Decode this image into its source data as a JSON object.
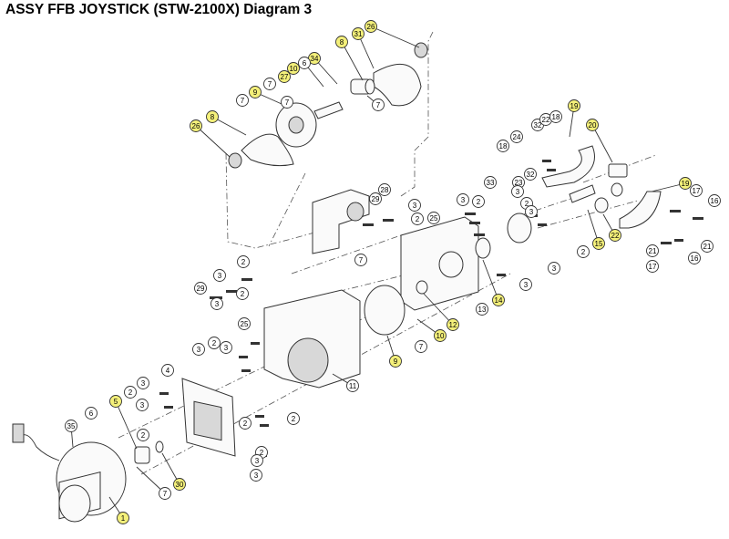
{
  "title": "ASSY FFB JOYSTICK (STW-2100X) Diagram 3",
  "colors": {
    "callout_fill": "#ffffff",
    "highlight_fill": "#f4f07a",
    "line": "#333333"
  },
  "callouts": [
    {
      "label": "26",
      "hl": true
    },
    {
      "label": "31",
      "hl": true
    },
    {
      "label": "8",
      "hl": true
    },
    {
      "label": "34",
      "hl": true
    },
    {
      "label": "6",
      "hl": false
    },
    {
      "label": "10",
      "hl": true
    },
    {
      "label": "27",
      "hl": true
    },
    {
      "label": "7",
      "hl": false
    },
    {
      "label": "9",
      "hl": true
    },
    {
      "label": "7",
      "hl": false
    },
    {
      "label": "7",
      "hl": false
    },
    {
      "label": "8",
      "hl": true
    },
    {
      "label": "26",
      "hl": true
    },
    {
      "label": "7",
      "hl": false
    },
    {
      "label": "19",
      "hl": true
    },
    {
      "label": "32",
      "hl": false
    },
    {
      "label": "22",
      "hl": false
    },
    {
      "label": "18",
      "hl": false
    },
    {
      "label": "20",
      "hl": true
    },
    {
      "label": "24",
      "hl": false
    },
    {
      "label": "18",
      "hl": false
    },
    {
      "label": "32",
      "hl": false
    },
    {
      "label": "23",
      "hl": false
    },
    {
      "label": "19",
      "hl": true
    },
    {
      "label": "17",
      "hl": false
    },
    {
      "label": "16",
      "hl": false
    },
    {
      "label": "21",
      "hl": false
    },
    {
      "label": "22",
      "hl": true
    },
    {
      "label": "21",
      "hl": false
    },
    {
      "label": "17",
      "hl": false
    },
    {
      "label": "16",
      "hl": false
    },
    {
      "label": "15",
      "hl": true
    },
    {
      "label": "28",
      "hl": false
    },
    {
      "label": "29",
      "hl": false
    },
    {
      "label": "3",
      "hl": false
    },
    {
      "label": "3",
      "hl": false
    },
    {
      "label": "2",
      "hl": false
    },
    {
      "label": "33",
      "hl": false
    },
    {
      "label": "25",
      "hl": false
    },
    {
      "label": "2",
      "hl": false
    },
    {
      "label": "3",
      "hl": false
    },
    {
      "label": "2",
      "hl": false
    },
    {
      "label": "3",
      "hl": false
    },
    {
      "label": "3",
      "hl": false
    },
    {
      "label": "2",
      "hl": false
    },
    {
      "label": "14",
      "hl": true
    },
    {
      "label": "13",
      "hl": false
    },
    {
      "label": "3",
      "hl": false
    },
    {
      "label": "12",
      "hl": true
    },
    {
      "label": "10",
      "hl": true
    },
    {
      "label": "7",
      "hl": false
    },
    {
      "label": "9",
      "hl": true
    },
    {
      "label": "7",
      "hl": false
    },
    {
      "label": "2",
      "hl": false
    },
    {
      "label": "3",
      "hl": false
    },
    {
      "label": "29",
      "hl": false
    },
    {
      "label": "3",
      "hl": false
    },
    {
      "label": "2",
      "hl": false
    },
    {
      "label": "25",
      "hl": false
    },
    {
      "label": "3",
      "hl": false
    },
    {
      "label": "2",
      "hl": false
    },
    {
      "label": "3",
      "hl": false
    },
    {
      "label": "2",
      "hl": false
    },
    {
      "label": "11",
      "hl": false
    },
    {
      "label": "4",
      "hl": false
    },
    {
      "label": "3",
      "hl": false
    },
    {
      "label": "2",
      "hl": false
    },
    {
      "label": "5",
      "hl": true
    },
    {
      "label": "3",
      "hl": false
    },
    {
      "label": "6",
      "hl": false
    },
    {
      "label": "2",
      "hl": false
    },
    {
      "label": "2",
      "hl": false
    },
    {
      "label": "3",
      "hl": false
    },
    {
      "label": "2",
      "hl": false
    },
    {
      "label": "3",
      "hl": false
    },
    {
      "label": "35",
      "hl": false
    },
    {
      "label": "7",
      "hl": false
    },
    {
      "label": "30",
      "hl": true
    },
    {
      "label": "1",
      "hl": true
    }
  ]
}
